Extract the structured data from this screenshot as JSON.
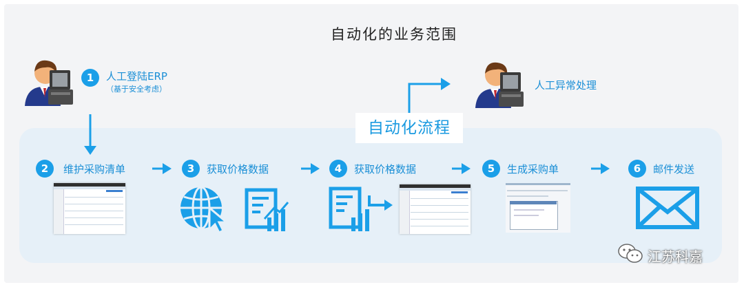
{
  "title": "自动化的业务范围",
  "auto_flow_label": "自动化流程",
  "manual_login": {
    "num": "1",
    "label": "人工登陆ERP",
    "note": "（基于安全考虑）"
  },
  "manual_exception": {
    "label": "人工异常处理"
  },
  "steps": [
    {
      "num": "2",
      "label": "维护采购清单"
    },
    {
      "num": "3",
      "label": "获取价格数据"
    },
    {
      "num": "4",
      "label": "获取价格数据"
    },
    {
      "num": "5",
      "label": "生成采购单"
    },
    {
      "num": "6",
      "label": "邮件发送"
    }
  ],
  "watermark": "江苏科嘉",
  "colors": {
    "accent": "#1b9fe8",
    "band": "#e6f0f8",
    "frame": "#f3f4f6"
  },
  "icons": [
    "user-at-computer-icon",
    "globe-cursor-icon",
    "chart-document-icon",
    "document-export-icon",
    "envelope-icon",
    "wechat-icon"
  ]
}
